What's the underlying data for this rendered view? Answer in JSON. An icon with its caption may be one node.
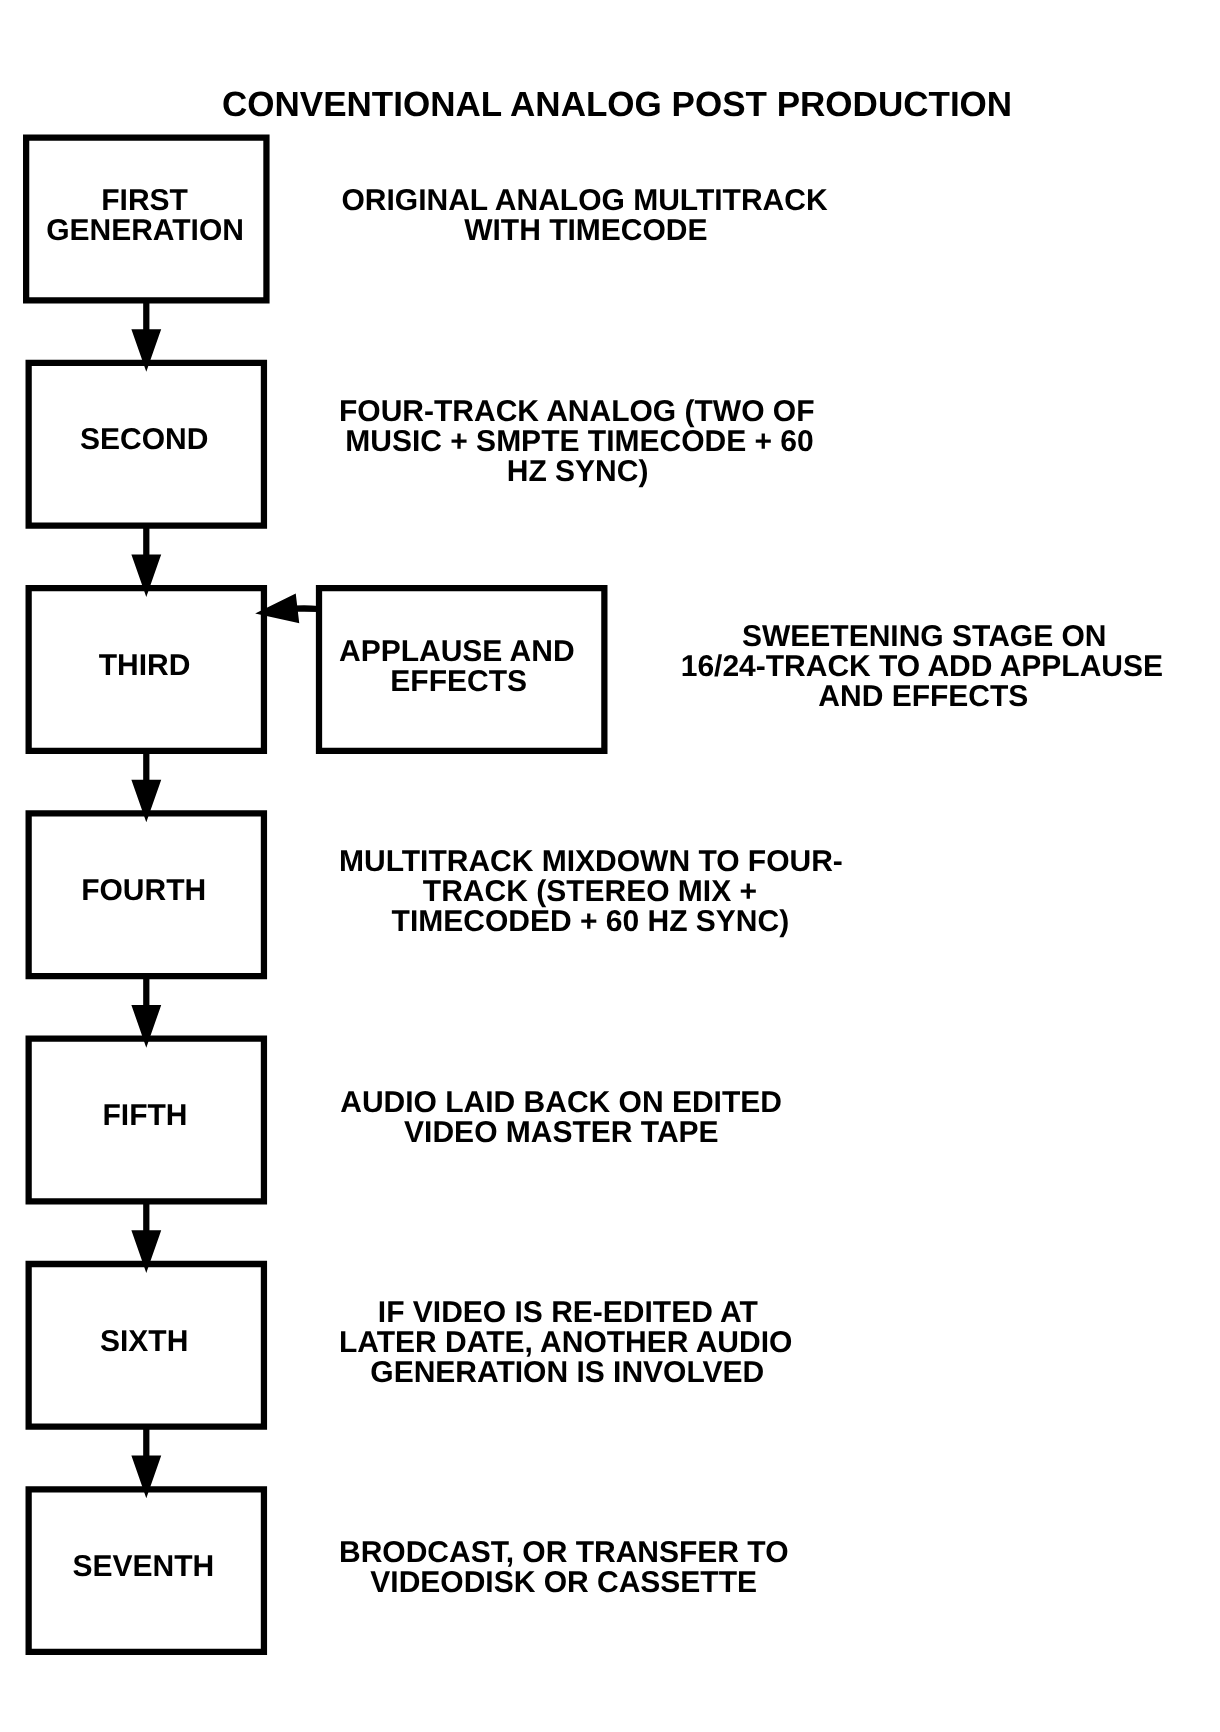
{
  "diagram": {
    "title": "CONVENTIONAL ANALOG POST PRODUCTION",
    "nodes": [
      {
        "text": [
          "FIRST GENERATION"
        ],
        "beside": [
          "ORIGINAL ANALOG MULTITRACK WITH TIMECODE"
        ]
      },
      {
        "text": [
          "SECOND"
        ],
        "beside": [
          "FOUR-TRACK ANALOG (TWO OF MUSIC + SMPTE TIMECODE + 60 HZ SYNC)"
        ]
      },
      {
        "text": [
          "THIRD"
        ]
      },
      {
        "text": [
          "FOURTH"
        ],
        "beside": [
          "MULTITRACK MIXDOWN TO FOUR-TRACK (STEREO MIX + TIMECODED + 60 HZ SYNC)"
        ]
      },
      {
        "text": [
          "FIFTH"
        ],
        "beside": [
          "AUDIO LAID BACK ON EDITED VIDEO MASTER TAPE"
        ]
      },
      {
        "text": [
          "SIXTH"
        ],
        "beside": [
          "IF VIDEO IS RE-EDITED AT LATER DATE, ANOTHER AUDIO GENERATION IS INVOLVED"
        ]
      },
      {
        "text": [
          "SEVENTH"
        ],
        "beside": [
          "BRODCAST, OR TRANSFER TO VIDEODISK OR CASSETTE"
        ]
      },
      {
        "text": [
          "APPLAUSE AND EFFECTS"
        ],
        "beside": [
          "SWEETENING STAGE ON 16/24-TRACK TO ADD APPLAUSE AND EFFECTS"
        ]
      }
    ],
    "edges": [
      {
        "from": 0,
        "to": 1,
        "arrow": "to"
      },
      {
        "from": 1,
        "to": 2,
        "arrow": "to"
      },
      {
        "from": 2,
        "to": 3,
        "arrow": "to"
      },
      {
        "from": 3,
        "to": 4,
        "arrow": "to"
      },
      {
        "from": 4,
        "to": 5,
        "arrow": "to"
      },
      {
        "from": 5,
        "to": 6,
        "arrow": "to"
      },
      {
        "from": 7,
        "to": 2,
        "arrow": "to"
      }
    ]
  }
}
